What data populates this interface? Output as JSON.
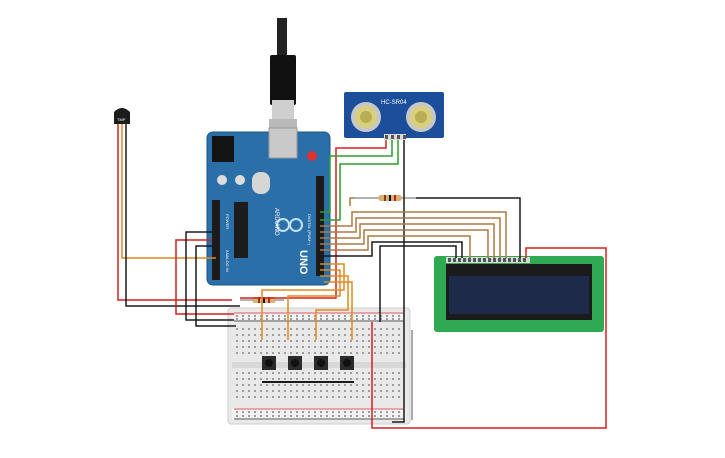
{
  "colors": {
    "board": "#2a6fa8",
    "board_edge": "#1d5585",
    "header": "#1c1c1c",
    "breadboard": "#e9e9e9",
    "breadboard_edge": "#cfcfcf",
    "lcd_pcb": "#2faa52",
    "lcd_screen": "#1d2a4a",
    "sensor_pcb": "#1b4f9c",
    "wire_red": "#d42020",
    "wire_black": "#1a1a1a",
    "wire_orange": "#e08a1e",
    "wire_green": "#2aa02a",
    "wire_brown": "#b07a40",
    "wire_gray": "#8f8f8f"
  },
  "labels": {
    "temp_sensor": "TMP",
    "ultrasonic": "HC-SR04",
    "board_name": "UNO",
    "board_brand": "ARDUINO",
    "digital_label": "DIGITAL (PWM~)",
    "analog_label": "ANALOG IN",
    "power_label": "POWER"
  }
}
